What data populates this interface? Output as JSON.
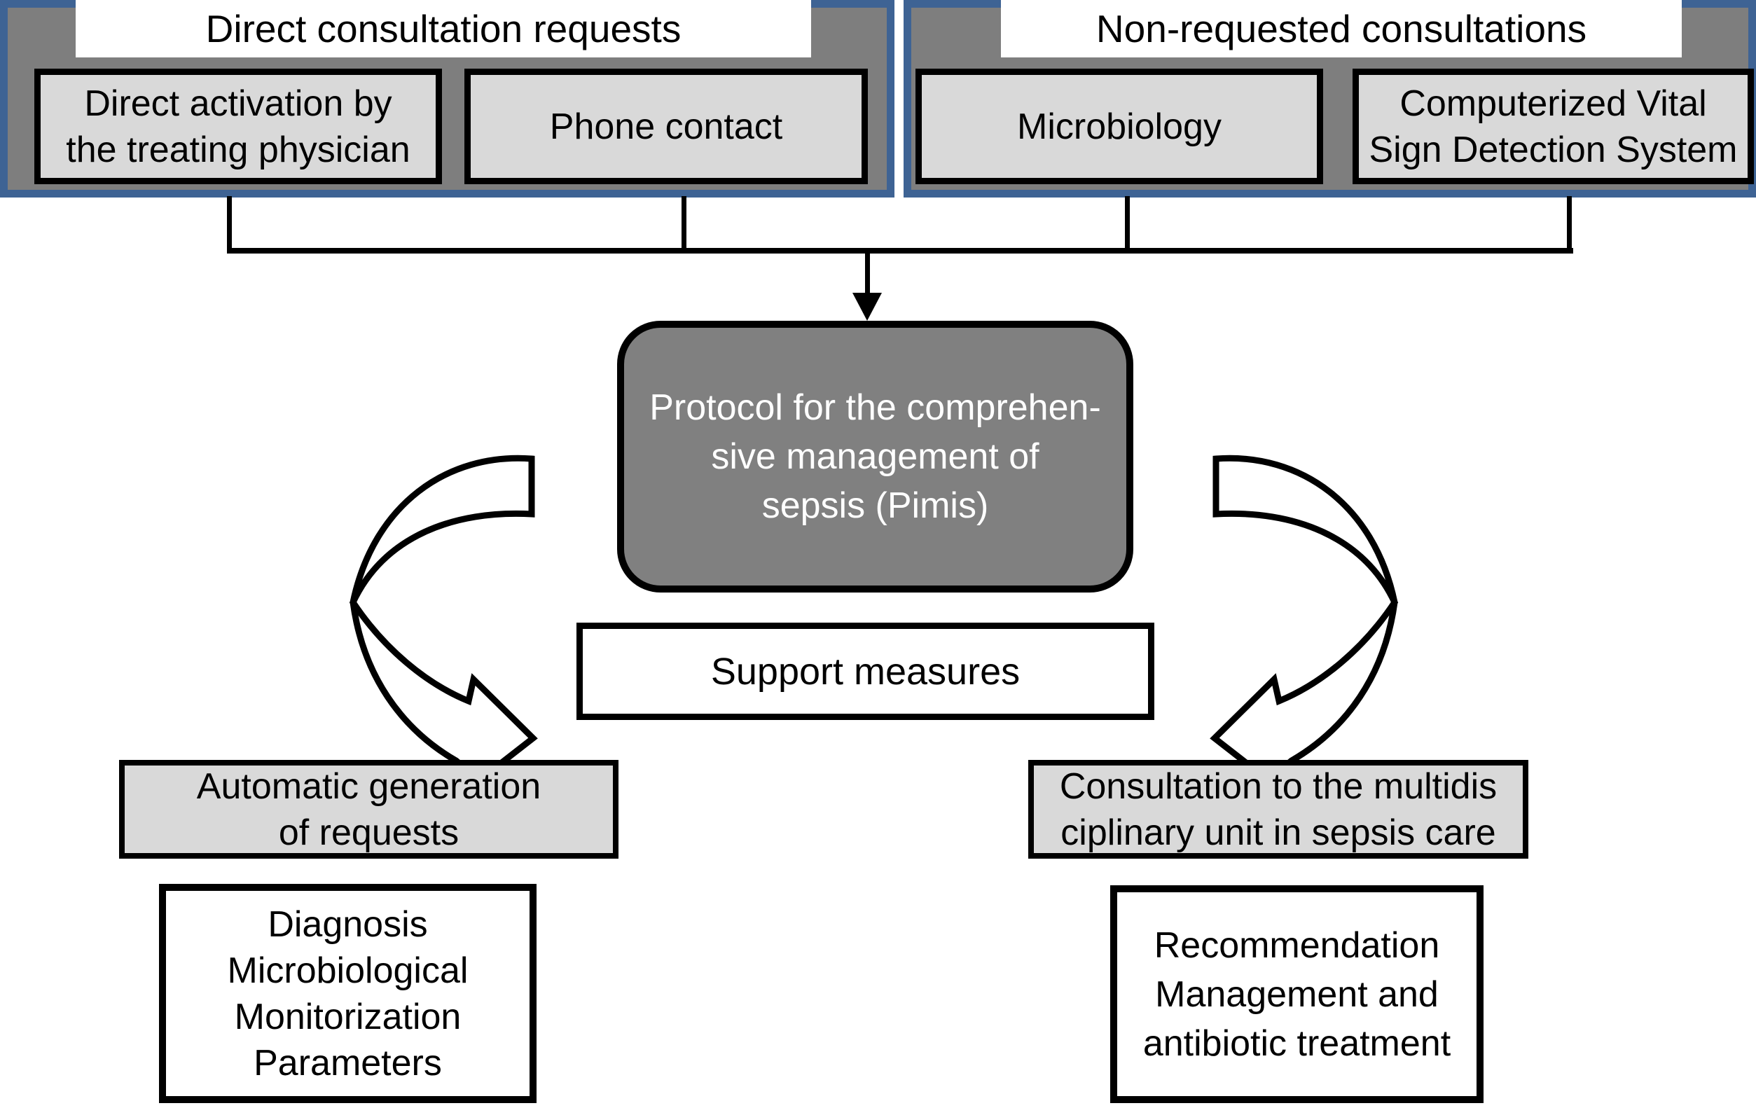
{
  "figure": {
    "type": "flow-diagram",
    "topic": "Sepsis consultation and management pathway"
  },
  "colors": {
    "panel_border_blue": "#3E6394",
    "panel_fill_gray": "#7E7E7E",
    "light_box_gray": "#D9D9D9",
    "protocol_box_gray": "#808080",
    "line_black": "#000000",
    "background_white": "#FFFFFF"
  },
  "top_left_panel": {
    "title": "Direct consultation requests",
    "boxes": [
      "Direct activation by\nthe treating physician",
      "Phone contact"
    ]
  },
  "top_right_panel": {
    "title": "Non-requested consultations",
    "boxes": [
      "Microbiology",
      "Computerized Vital\nSign Detection System"
    ]
  },
  "protocol_box": {
    "label": "Protocol for the comprehen-\nsive management of\nsepsis (Pimis)"
  },
  "support_box": {
    "label": "Support measures"
  },
  "left_outcome": {
    "header": "Automatic generation\nof requests",
    "details": "Diagnosis\nMicrobiological\nMonitorization\nParameters"
  },
  "right_outcome": {
    "header": "Consultation to the multidis\nciplinary unit in sepsis care",
    "details": "Recommendation\nManagement and\nantibiotic treatment"
  }
}
